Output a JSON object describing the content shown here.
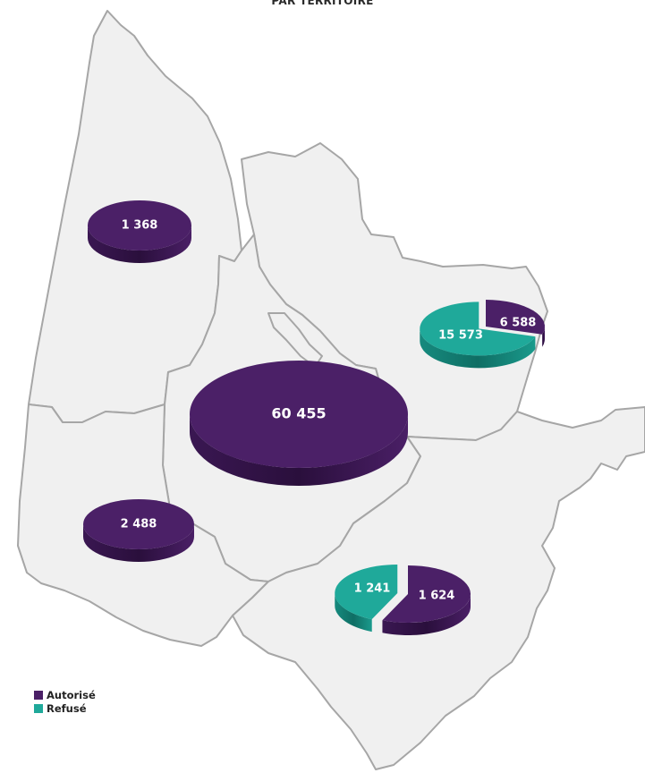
{
  "title": "PAR TERRITOIRE",
  "colors": {
    "autorise": "#4b2067",
    "autorise_side": "#2f1142",
    "refuse": "#1fa99a",
    "refuse_side": "#137a6f",
    "land": "#f0f0f0",
    "border": "#a6a6a6"
  },
  "legend": {
    "items": [
      {
        "label": "Autorisé",
        "color": "#4b2067"
      },
      {
        "label": "Refusé",
        "color": "#1fa99a"
      }
    ]
  },
  "chart_data": {
    "type": "pie",
    "series_names": [
      "Autorisé",
      "Refusé"
    ],
    "territories": [
      {
        "autorise": 1368,
        "autorise_label": "1 368",
        "refuse": 0,
        "refuse_label": ""
      },
      {
        "autorise": 6588,
        "autorise_label": "6 588",
        "refuse": 15573,
        "refuse_label": "15 573"
      },
      {
        "autorise": 60455,
        "autorise_label": "60 455",
        "refuse": 0,
        "refuse_label": ""
      },
      {
        "autorise": 2488,
        "autorise_label": "2 488",
        "refuse": 0,
        "refuse_label": ""
      },
      {
        "autorise": 1624,
        "autorise_label": "1 624",
        "refuse": 1241,
        "refuse_label": "1 241"
      }
    ]
  }
}
